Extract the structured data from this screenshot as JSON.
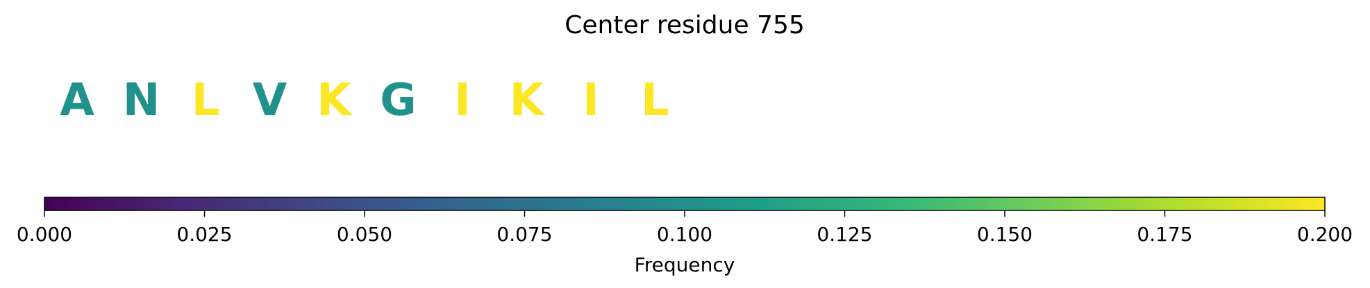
{
  "chart_data": {
    "type": "sequence-colorbar",
    "title": "Center residue 755",
    "residues": [
      {
        "letter": "A",
        "color": "#21918c"
      },
      {
        "letter": "N",
        "color": "#21918c"
      },
      {
        "letter": "L",
        "color": "#fde725"
      },
      {
        "letter": "V",
        "color": "#21918c"
      },
      {
        "letter": "K",
        "color": "#fde725"
      },
      {
        "letter": "G",
        "color": "#21918c"
      },
      {
        "letter": "I",
        "color": "#fde725"
      },
      {
        "letter": "K",
        "color": "#fde725"
      },
      {
        "letter": "I",
        "color": "#fde725"
      },
      {
        "letter": "L",
        "color": "#fde725"
      }
    ],
    "colorbar": {
      "label": "Frequency",
      "range": [
        0,
        0.2
      ],
      "colormap": "viridis",
      "ticks": [
        {
          "value": 0.0,
          "label": "0.000"
        },
        {
          "value": 0.025,
          "label": "0.025"
        },
        {
          "value": 0.05,
          "label": "0.050"
        },
        {
          "value": 0.075,
          "label": "0.075"
        },
        {
          "value": 0.1,
          "label": "0.100"
        },
        {
          "value": 0.125,
          "label": "0.125"
        },
        {
          "value": 0.15,
          "label": "0.150"
        },
        {
          "value": 0.175,
          "label": "0.175"
        },
        {
          "value": 0.2,
          "label": "0.200"
        }
      ],
      "gradient_stops": [
        "#440154",
        "#482878",
        "#3e4a89",
        "#31688e",
        "#26828e",
        "#1f9e89",
        "#35b779",
        "#6ece58",
        "#b5de2b",
        "#fde725"
      ]
    }
  }
}
